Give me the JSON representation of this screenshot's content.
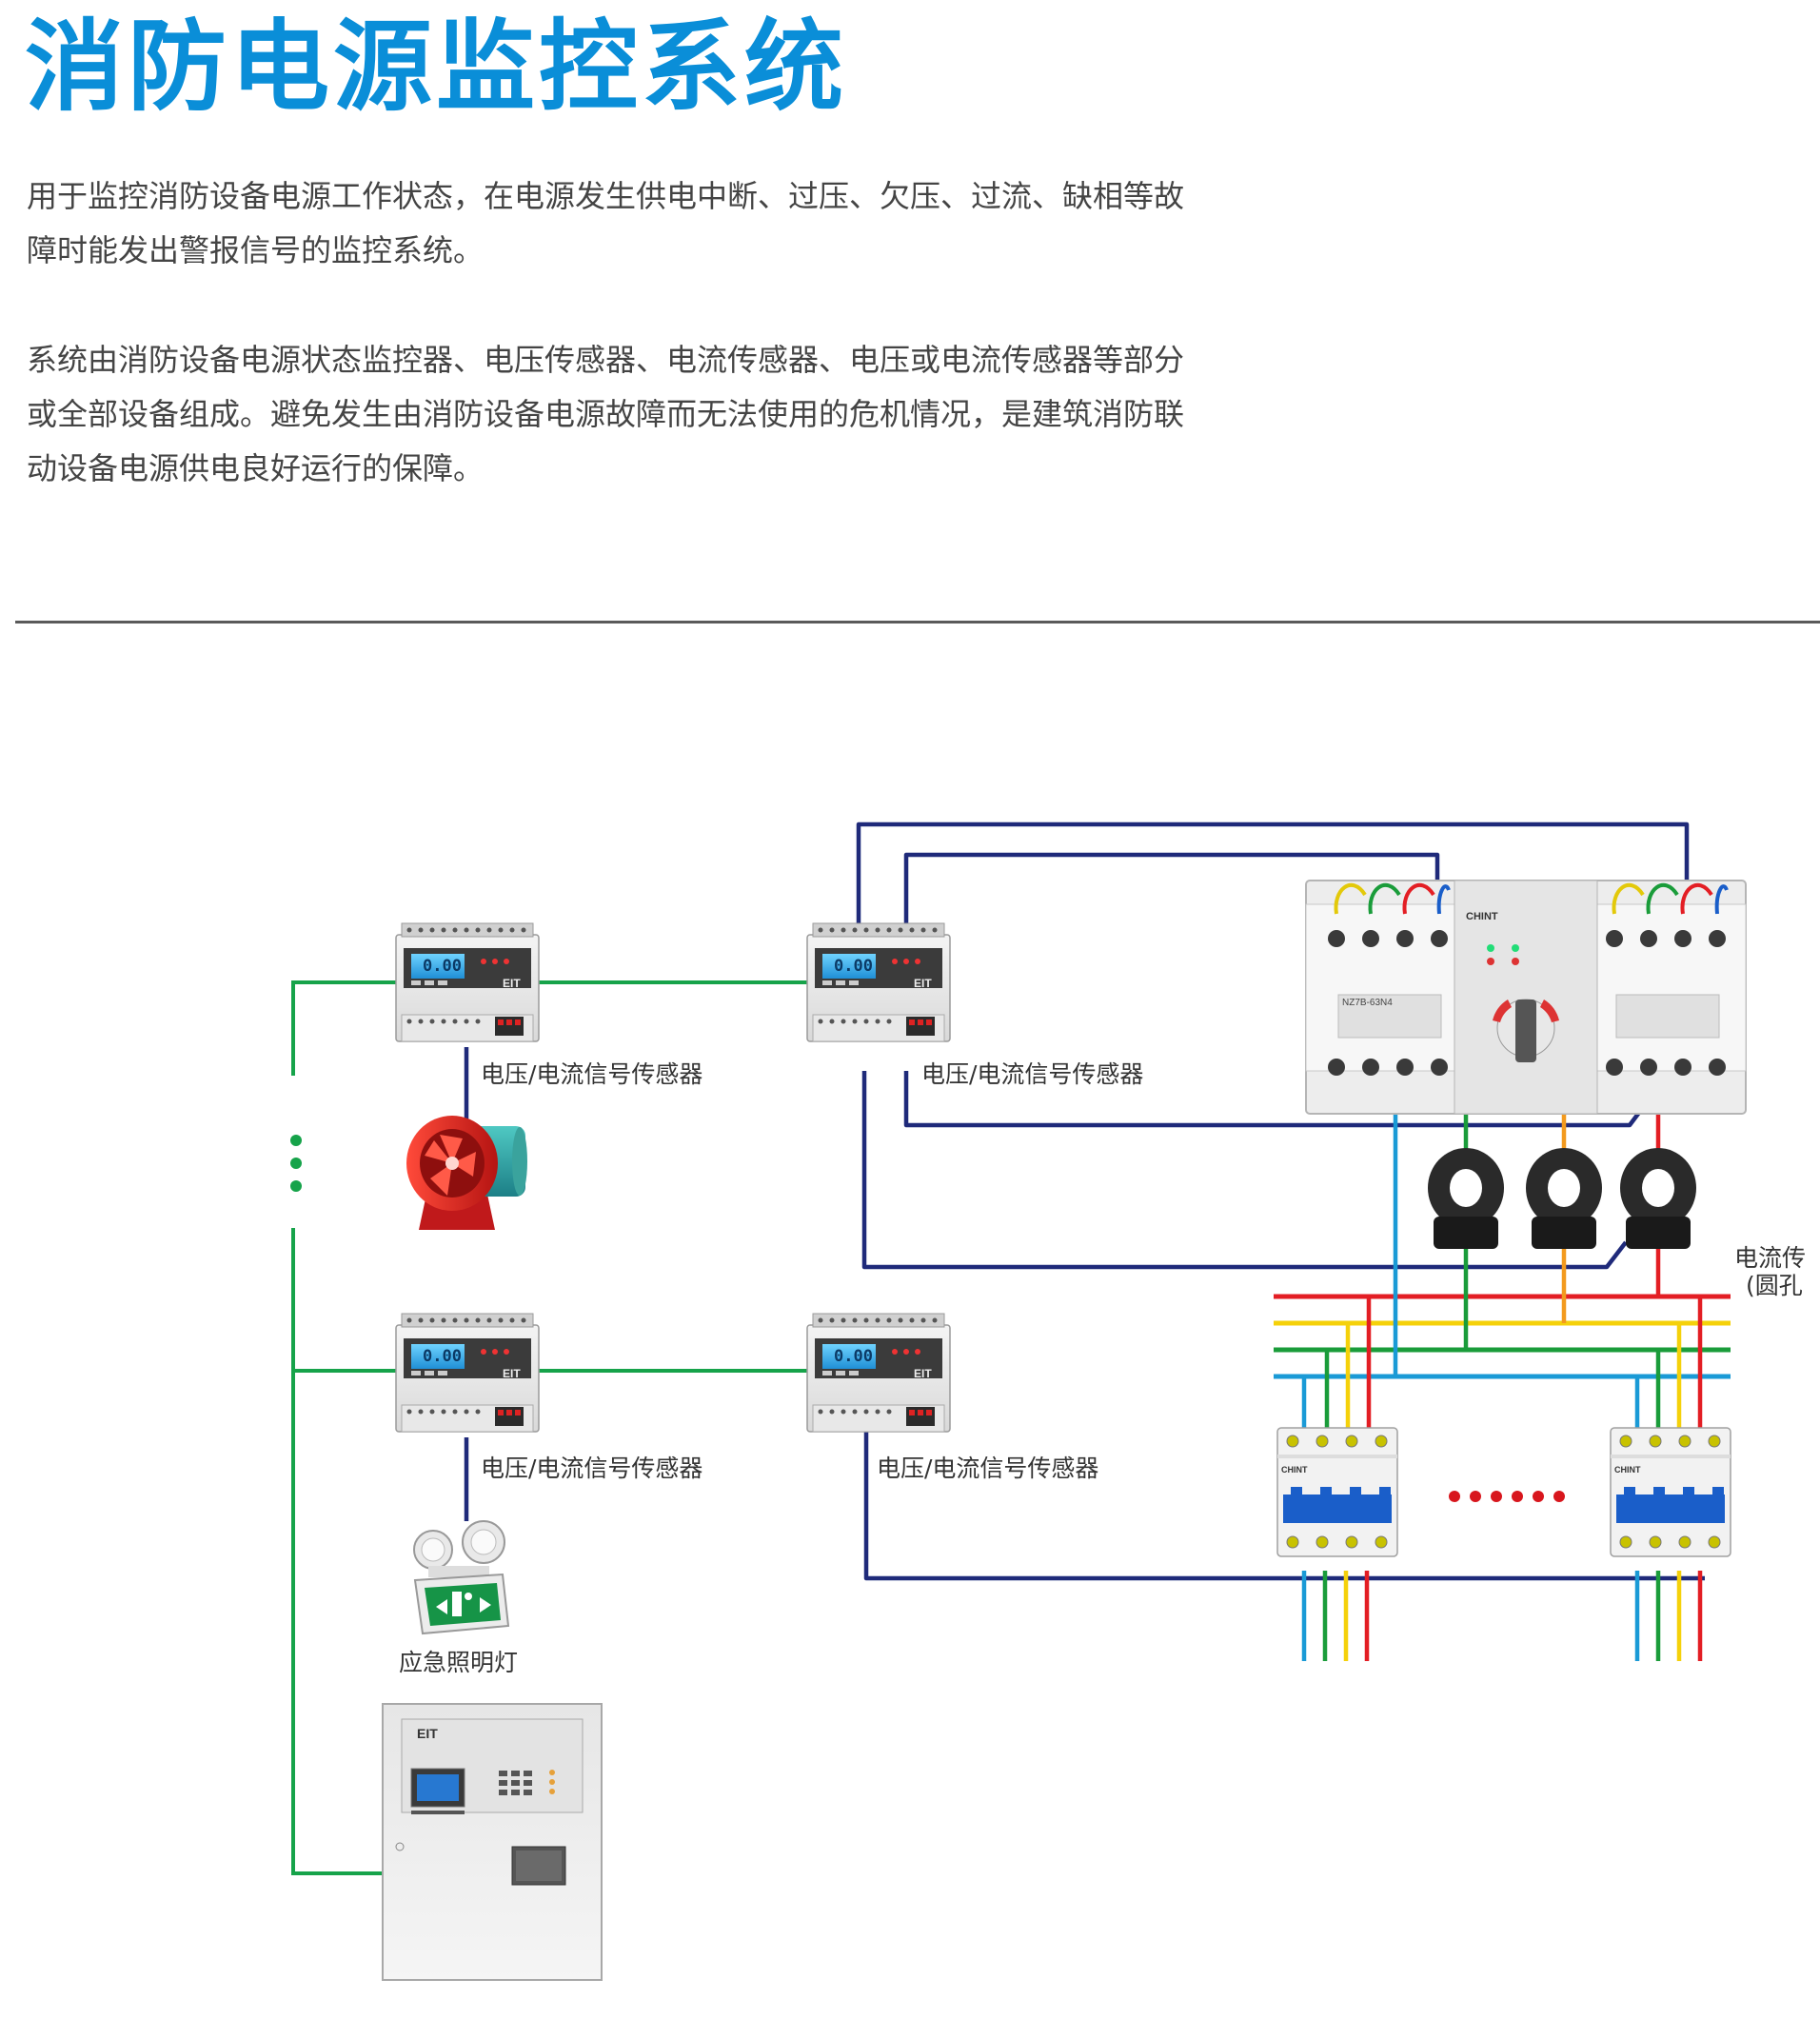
{
  "title": "消防电源监控系统",
  "intro": {
    "paragraph1": [
      "用于监控消防设备电源工作状态，在电源发生供电中断、过压、欠压、过流、缺相等故",
      "障时能发出警报信号的监控系统。"
    ],
    "paragraph2": [
      "系统由消防设备电源状态监控器、电压传感器、电流传感器、电压或电流传感器等部分",
      "或全部设备组成。避免发生由消防设备电源故障而无法使用的危机情况，是建筑消防联",
      "动设备电源供电良好运行的保障。"
    ]
  },
  "diagram": {
    "sensor_labels": [
      "电压/电流信号传感器",
      "电压/电流信号传感器",
      "电压/电流信号传感器",
      "电压/电流信号传感器"
    ],
    "lamp_label": "应急照明灯",
    "current_sensor_label": [
      "电流传",
      "(圆孔"
    ],
    "device_text": {
      "sensor_brand": "EIT",
      "sensor_display": "0.00",
      "ats_brand": "CHINT",
      "ats_model": "NZ7B-63N4",
      "breaker_brand": "CHINT",
      "monitor_brand": "EIT"
    },
    "colors": {
      "bus_green": "#16a34a",
      "navy": "#1f2a7a",
      "phase_red": "#e31e24",
      "phase_yellow": "#f5d10a",
      "phase_green": "#1a9c3a",
      "phase_blue": "#1a9ad6",
      "orange": "#f39a1e",
      "dots_red": "#d8161d"
    }
  }
}
